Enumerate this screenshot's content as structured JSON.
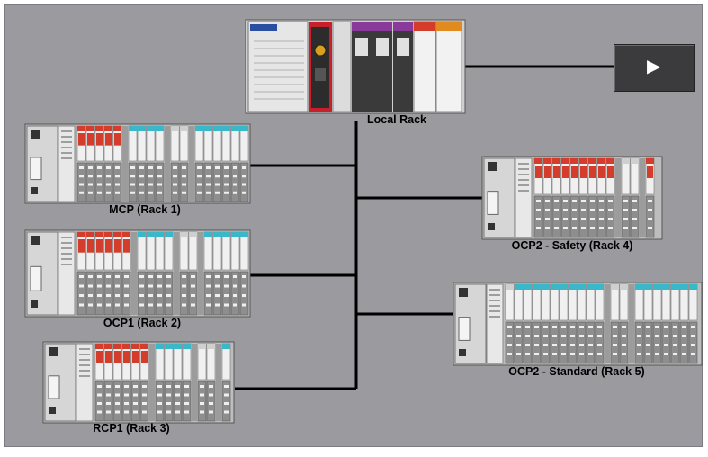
{
  "labels": {
    "local": "Local Rack",
    "mcp": "MCP (Rack 1)",
    "ocp1": "OCP1 (Rack 2)",
    "rcp1": "RCP1 (Rack 3)",
    "ocp2s": "OCP2 - Safety (Rack 4)",
    "ocp2std": "OCP2 - Standard (Rack 5)"
  },
  "play_button": {
    "glyph": "▶"
  },
  "colors": {
    "background": "#9a9a9f",
    "network_line": "#000000",
    "safety_module": "#d43c2c",
    "module_white": "#f0f0f0",
    "io_cyan": "#38b8c8"
  }
}
